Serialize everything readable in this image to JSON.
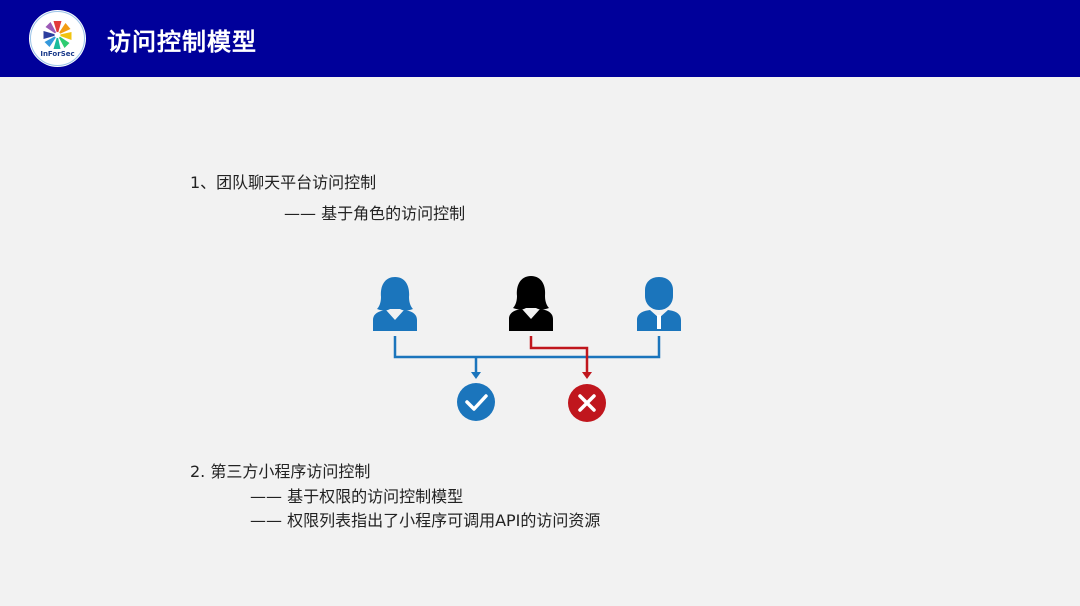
{
  "header": {
    "title": "访问控制模型",
    "logo_text": "InForSec",
    "color": "#00009a"
  },
  "content": {
    "item1": "1、团队聊天平台访问控制",
    "item1_sub": "—— 基于角色的访问控制",
    "item2": "2. 第三方小程序访问控制",
    "item2_sub1": "—— 基于权限的访问控制模型",
    "item2_sub2": "—— 权限列表指出了小程序可调用API的访问资源"
  },
  "diagram": {
    "users": [
      {
        "icon": "female-user-icon",
        "color": "#1b75bc"
      },
      {
        "icon": "female-user-icon",
        "color": "#000000"
      },
      {
        "icon": "male-user-icon",
        "color": "#1b75bc"
      }
    ],
    "allow_icon": "check-circle-icon",
    "deny_icon": "cross-circle-icon",
    "allow_color": "#1b75bc",
    "deny_color": "#c0161d"
  }
}
